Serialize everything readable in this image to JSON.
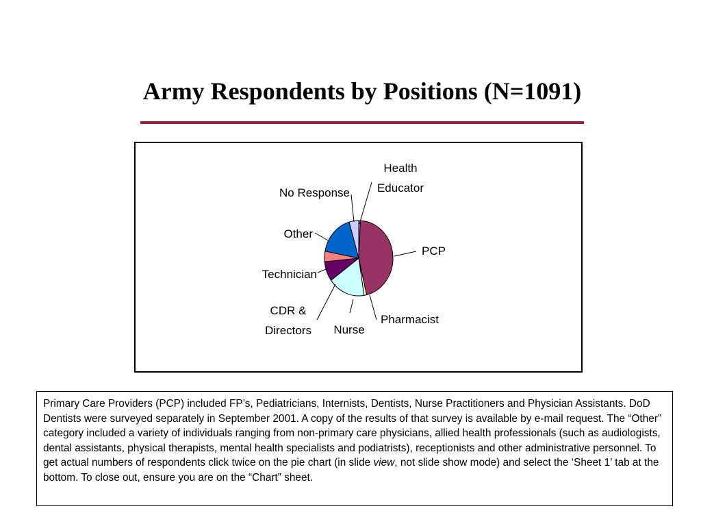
{
  "slide": {
    "title": "Army Respondents by Positions (N=1091)"
  },
  "chart_data": {
    "type": "pie",
    "slices": [
      {
        "label": "Health Educator",
        "label_lines": [
          "Health",
          "Educator"
        ],
        "value": 0.8,
        "color": "#b6b6dd"
      },
      {
        "label": "PCP",
        "label_lines": [
          "PCP"
        ],
        "value": 45.5,
        "color": "#993366"
      },
      {
        "label": "Pharmacist",
        "label_lines": [
          "Pharmacist"
        ],
        "value": 1.2,
        "color": "#ffffcc"
      },
      {
        "label": "Nurse",
        "label_lines": [
          "Nurse"
        ],
        "value": 17.5,
        "color": "#ccffff"
      },
      {
        "label": "CDR & Directors",
        "label_lines": [
          "CDR &",
          "Directors"
        ],
        "value": 8.5,
        "color": "#660066"
      },
      {
        "label": "Technician",
        "label_lines": [
          "Technician"
        ],
        "value": 4.5,
        "color": "#ff8080"
      },
      {
        "label": "Other",
        "label_lines": [
          "Other"
        ],
        "value": 17.5,
        "color": "#0066cc"
      },
      {
        "label": "No Response",
        "label_lines": [
          "No Response"
        ],
        "value": 4.5,
        "color": "#ccccff"
      }
    ]
  },
  "note": {
    "text_a": "Primary Care Providers (PCP)  included FP’s, Pediatricians, Internists, Dentists, Nurse Practitioners and Physician Assistants. DoD Dentists were surveyed separately in September 2001. A copy of the results of that survey is available by e-mail request. The “Other” category included a variety of individuals ranging from non-primary care physicians, allied health professionals (such as audiologists, dental assistants, physical therapists, mental health specialists and podiatrists), receptionists and other administrative personnel.  To get actual numbers of respondents click twice on the pie chart (in slide ",
    "text_em": "view",
    "text_b": ", not slide show mode) and select the ‘Sheet 1’ tab at the bottom.  To close out, ensure you are on the “Chart” sheet."
  }
}
